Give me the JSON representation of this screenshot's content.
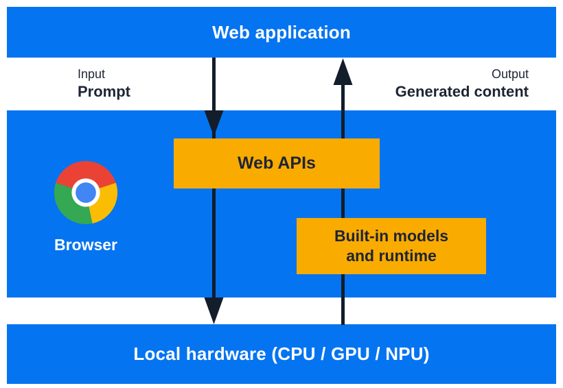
{
  "palette": {
    "blue": "#0574f0",
    "yellow": "#f9ab00",
    "navy": "#1e2434",
    "arrow": "#131d2b",
    "chrome_red": "#ea4335",
    "chrome_yellow": "#fbbc04",
    "chrome_green": "#34a853",
    "chrome_blue": "#4285f4"
  },
  "top_bar": {
    "label": "Web application"
  },
  "io": {
    "input_caption": "Input",
    "input_value": "Prompt",
    "output_caption": "Output",
    "output_value": "Generated content"
  },
  "browser": {
    "label": "Browser",
    "icon": "chrome-browser-icon",
    "web_apis_label": "Web APIs",
    "builtin_line1": "Built-in models",
    "builtin_line2": "and runtime"
  },
  "bottom_bar": {
    "label": "Local hardware (CPU / GPU / NPU)"
  },
  "arrows": {
    "down": "prompt-flow-down-arrow",
    "up": "generated-content-up-arrow"
  }
}
